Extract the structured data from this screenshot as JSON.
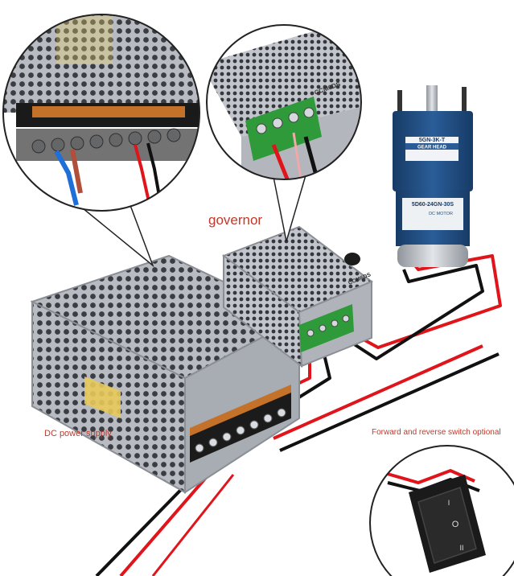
{
  "labels": {
    "governor": "governor",
    "power_supply": "DC power supply",
    "switch": "Forward and reverse switch optional"
  },
  "printed_markings": {
    "governor_board": "CCM6DS",
    "motor_label_top": "5GN-3K-T",
    "motor_label_gear": "GEAR HEAD",
    "motor_label_model": "5D60-24GN-30S",
    "motor_brand": "DC MOTOR",
    "rocker_marks": [
      "I",
      "O",
      "II"
    ]
  },
  "colors": {
    "label_red": "#c0392b",
    "wire_red": "#e0151b",
    "wire_black": "#111111",
    "terminal_green": "#2f9a3a",
    "motor_blue": "#1f4f86",
    "metal": "#c9ccd1"
  }
}
